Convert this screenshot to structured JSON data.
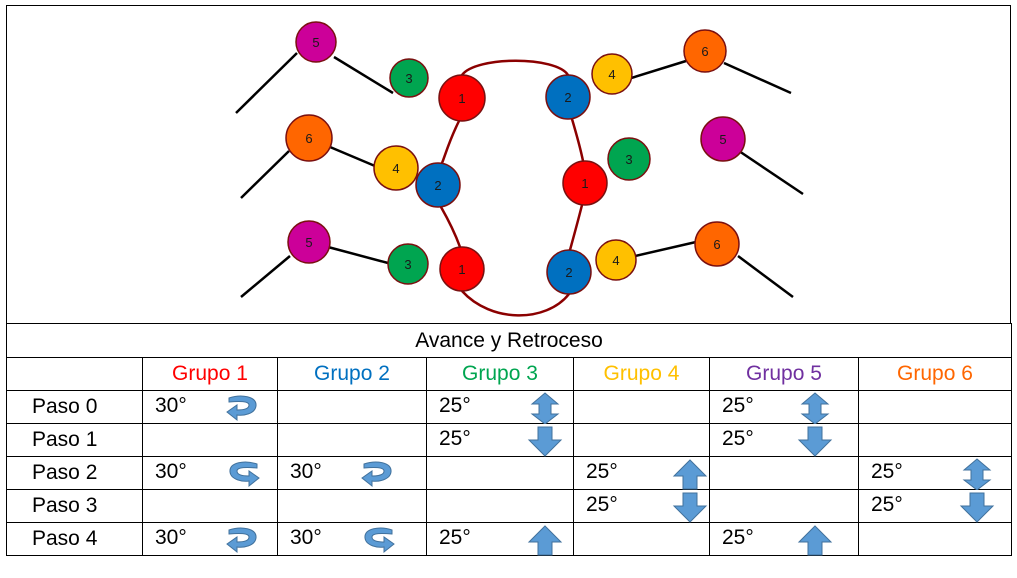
{
  "diagram": {
    "nodes": [
      {
        "label": "5",
        "color": "#cc0099"
      },
      {
        "label": "3",
        "color": "#00a550"
      },
      {
        "label": "1",
        "color": "#ff0000"
      },
      {
        "label": "2",
        "color": "#0070c0"
      },
      {
        "label": "4",
        "color": "#ffc000"
      },
      {
        "label": "6",
        "color": "#ff6600"
      },
      {
        "label": "6",
        "color": "#ff6600"
      },
      {
        "label": "4",
        "color": "#ffc000"
      },
      {
        "label": "2",
        "color": "#0070c0"
      },
      {
        "label": "1",
        "color": "#ff0000"
      },
      {
        "label": "3",
        "color": "#00a550"
      },
      {
        "label": "5",
        "color": "#cc0099"
      },
      {
        "label": "5",
        "color": "#cc0099"
      },
      {
        "label": "3",
        "color": "#00a550"
      },
      {
        "label": "1",
        "color": "#ff0000"
      },
      {
        "label": "2",
        "color": "#0070c0"
      },
      {
        "label": "4",
        "color": "#ffc000"
      },
      {
        "label": "6",
        "color": "#ff6600"
      }
    ],
    "body_color": "#8b0000"
  },
  "table": {
    "title": "Avance y Retroceso",
    "headers": [
      {
        "label": "Grupo 1",
        "color": "#ff0000"
      },
      {
        "label": "Grupo 2",
        "color": "#0070c0"
      },
      {
        "label": "Grupo 3",
        "color": "#00a550"
      },
      {
        "label": "Grupo 4",
        "color": "#ffc000"
      },
      {
        "label": "Grupo 5",
        "color": "#7030a0"
      },
      {
        "label": "Grupo 6",
        "color": "#ff6600"
      }
    ],
    "rows": [
      {
        "label": "Paso 0",
        "cells": [
          {
            "value": "30°",
            "arrow": "rotate-a"
          },
          {
            "value": "",
            "arrow": ""
          },
          {
            "value": "25°",
            "arrow": "updown"
          },
          {
            "value": "",
            "arrow": ""
          },
          {
            "value": "25°",
            "arrow": "updown"
          },
          {
            "value": "",
            "arrow": ""
          }
        ]
      },
      {
        "label": "Paso 1",
        "cells": [
          {
            "value": "",
            "arrow": ""
          },
          {
            "value": "",
            "arrow": ""
          },
          {
            "value": "25°",
            "arrow": "down"
          },
          {
            "value": "",
            "arrow": ""
          },
          {
            "value": "25°",
            "arrow": "down"
          },
          {
            "value": "",
            "arrow": ""
          }
        ]
      },
      {
        "label": "Paso 2",
        "cells": [
          {
            "value": "30°",
            "arrow": "rotate-b"
          },
          {
            "value": "30°",
            "arrow": "rotate-a"
          },
          {
            "value": "",
            "arrow": ""
          },
          {
            "value": "25°",
            "arrow": "up"
          },
          {
            "value": "",
            "arrow": ""
          },
          {
            "value": "25°",
            "arrow": "updown"
          }
        ]
      },
      {
        "label": "Paso 3",
        "cells": [
          {
            "value": "",
            "arrow": ""
          },
          {
            "value": "",
            "arrow": ""
          },
          {
            "value": "",
            "arrow": ""
          },
          {
            "value": "25°",
            "arrow": "down"
          },
          {
            "value": "",
            "arrow": ""
          },
          {
            "value": "25°",
            "arrow": "down"
          }
        ]
      },
      {
        "label": "Paso 4",
        "cells": [
          {
            "value": "30°",
            "arrow": "rotate-a"
          },
          {
            "value": "30°",
            "arrow": "rotate-b"
          },
          {
            "value": "25°",
            "arrow": "up"
          },
          {
            "value": "",
            "arrow": ""
          },
          {
            "value": "25°",
            "arrow": "up"
          },
          {
            "value": "",
            "arrow": ""
          }
        ]
      }
    ],
    "arrow_color": "#5b9bd5",
    "arrow_stroke": "#41719c"
  }
}
